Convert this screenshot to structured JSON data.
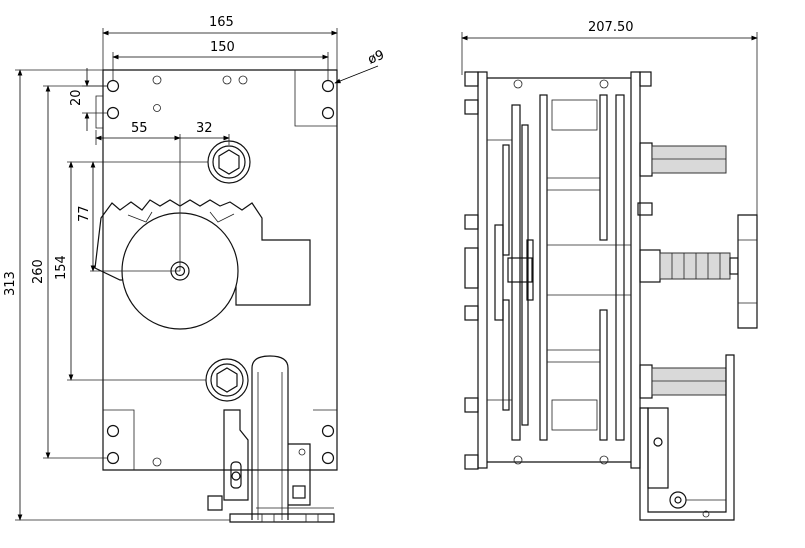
{
  "front_view": {
    "dim_width_outer": "165",
    "dim_width_holes": "150",
    "dim_hole_diameter": "ø9",
    "dim_hole_offset": "20",
    "dim_shaft_x": "55",
    "dim_shaft_offset": "32",
    "dim_height_total": "313",
    "dim_height_holes": "260",
    "dim_height_shafts": "154",
    "dim_shaft_y": "77"
  },
  "side_view": {
    "dim_depth": "207.50"
  }
}
